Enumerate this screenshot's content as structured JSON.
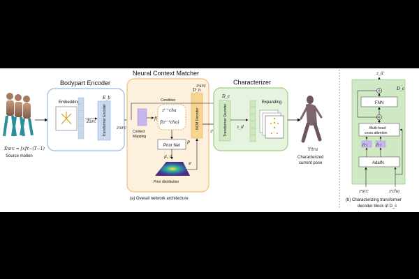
{
  "left_panel": {
    "source_label": "Source motion",
    "source_math": "Xⁱsrc = [x]ⁱt−(T−1)",
    "bodypart_encoder": {
      "title": "Bodypart Encoder",
      "embedding_label": "Embedding",
      "e_src": "Ẑsrc",
      "transformer_label": "Transformer Encoder",
      "e_b": "E_b"
    },
    "z_src_main": "zⁱsrc",
    "neural_context_matcher": {
      "title": "Neural Context Matcher",
      "context_mapping": "Context Mapping",
      "f_dot": "f(·)",
      "condition": "Condition",
      "z_cha_prev": "zⁱ⁻¹cha",
      "f_z_cha": "f(zⁱ⁻¹cha)",
      "prior_net": "Prior Net",
      "p": "p",
      "mu_sigma": "μ, σ",
      "prior_distribution": "Prior distribution",
      "s_i": "sⁱ",
      "ncm_decoder": "NCM Decoder",
      "d_n": "D_n"
    },
    "z_src_top": "zⁱsrc",
    "z_cha_mid": "zⁱcha",
    "characterizer": {
      "title": "Characterizer",
      "transformer_decoder": "Transformer Decoder",
      "d_c": "D_c",
      "z_d": "z_d",
      "expanding": "Expanding"
    },
    "output_math": "Yⁱtra",
    "output_label_1": "Characterized",
    "output_label_2": "current pose",
    "caption": "(a) Overall network architecture"
  },
  "right_panel": {
    "z_d_top": "z_d",
    "d_c": "D_c",
    "fnn": "FNN",
    "mha_1": "Multi-head",
    "mha_2": "cross attention",
    "f_left": "f(·)",
    "f_right": "f(·)",
    "adain": "AdaIN",
    "z_src": "zⁱsrc",
    "z_cha": "zⁱcha",
    "caption_1": "(b) Characterizing transformer",
    "caption_2": "decoder block of D_c"
  },
  "colors": {
    "encoder_border": "#9bb7e6",
    "ncm_bg": "#fdf0dc",
    "ncm_border": "#eebf7a",
    "characterizer_bg": "#e6f3de",
    "characterizer_border": "#9dce85",
    "transformer_block": "#c9d9ee",
    "context_mapping": "#c7b6ec",
    "ncm_decoder_block": "#f7d58f",
    "dc_block": "#cfe9c4"
  }
}
